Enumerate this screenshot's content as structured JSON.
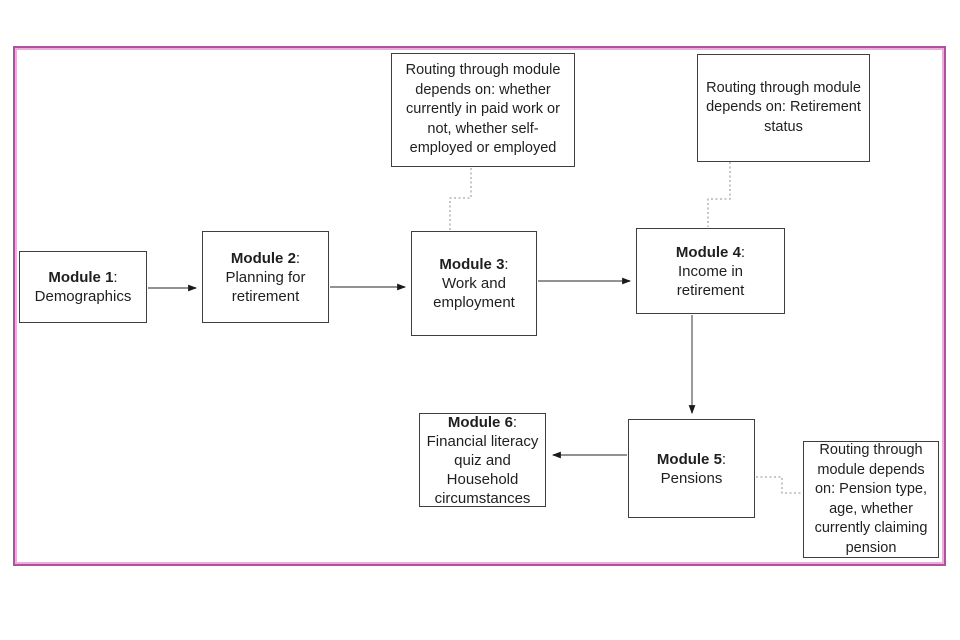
{
  "colors": {
    "frame-border": "#b0509e",
    "frame-border-inner": "#e9aedb",
    "box-border": "#3f3f3f",
    "arrow-shaft": "#6e6e6e",
    "arrow-head": "#1a1a1a",
    "dotted-connector": "#a8a8a8",
    "text": "#1f1f1f"
  },
  "modules": [
    {
      "name": "Module 1",
      "colon": ":",
      "lines": [
        "Demographics"
      ]
    },
    {
      "name": "Module 2",
      "colon": ":",
      "lines": [
        "Planning for",
        "retirement"
      ]
    },
    {
      "name": "Module 3",
      "colon": ":",
      "lines": [
        "Work and",
        "employment"
      ]
    },
    {
      "name": "Module 4",
      "colon": ":",
      "lines": [
        "Income in",
        "retirement"
      ]
    },
    {
      "name": "Module 5",
      "colon": ":",
      "lines": [
        "Pensions"
      ]
    },
    {
      "name": "Module 6",
      "colon": ":",
      "lines": [
        "Financial literacy",
        "quiz and",
        "Household",
        "circumstances"
      ]
    }
  ],
  "annotations": [
    {
      "text": "Routing through module depends on: whether currently in paid work or not, whether self-employed or employed"
    },
    {
      "text": "Routing through module depends on: Retirement status"
    },
    {
      "text": "Routing through module depends on: Pension type, age, whether currently claiming pension"
    }
  ]
}
